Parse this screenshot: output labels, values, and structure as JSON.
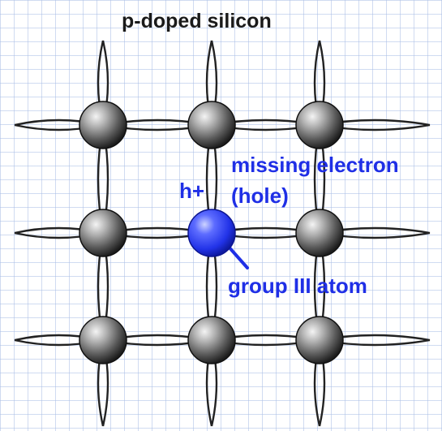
{
  "diagram": {
    "title": "p-doped silicon",
    "labels": {
      "hole_symbol": "h+",
      "missing_electron": "missing electron",
      "hole_paren": "(hole)",
      "group_atom": "group III atom"
    },
    "atoms": [
      {
        "row": 0,
        "col": 0,
        "type": "silicon"
      },
      {
        "row": 0,
        "col": 1,
        "type": "silicon"
      },
      {
        "row": 0,
        "col": 2,
        "type": "silicon"
      },
      {
        "row": 1,
        "col": 0,
        "type": "silicon"
      },
      {
        "row": 1,
        "col": 1,
        "type": "group-III-dopant"
      },
      {
        "row": 1,
        "col": 2,
        "type": "silicon"
      },
      {
        "row": 2,
        "col": 0,
        "type": "silicon"
      },
      {
        "row": 2,
        "col": 1,
        "type": "silicon"
      },
      {
        "row": 2,
        "col": 2,
        "type": "silicon"
      }
    ],
    "colors": {
      "silicon_atom": "#6b6b6b",
      "dopant_atom": "#2a3dff",
      "label_text": "#1f2fe6",
      "bond": "#222222",
      "grid": "#aabee6"
    }
  }
}
